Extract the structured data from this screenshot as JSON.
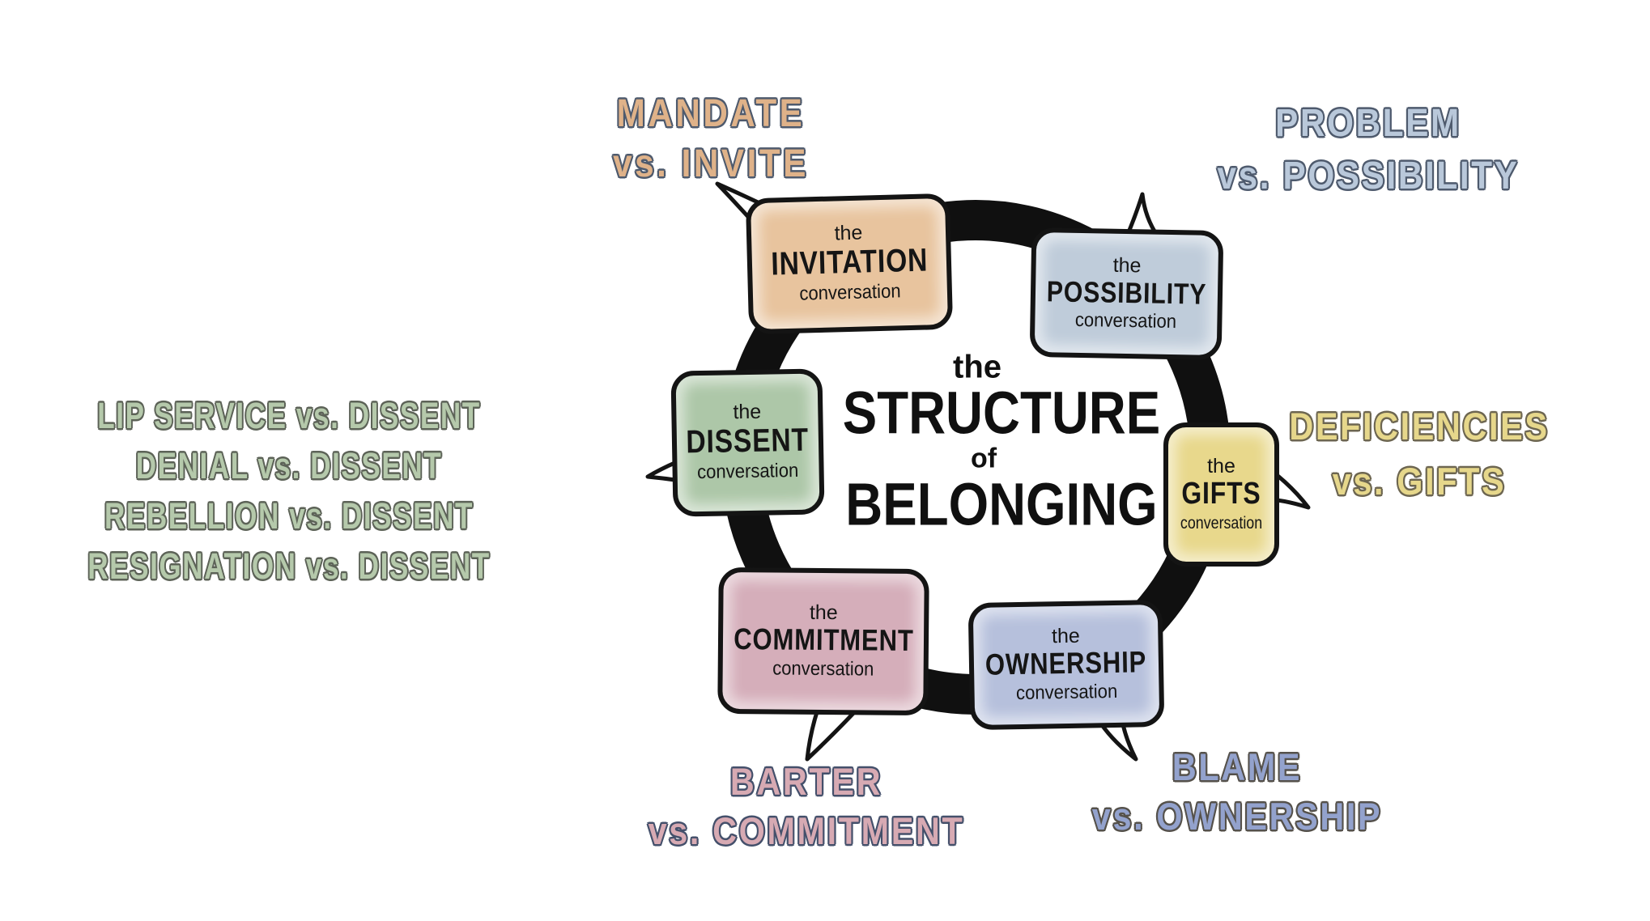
{
  "title": {
    "lines": [
      "the",
      "STRUCTURE",
      "of",
      "BELONGING"
    ]
  },
  "bubbles": {
    "invitation": {
      "top": "the",
      "name": "INVITATION",
      "bottom": "conversation",
      "fill": "#e8c49e"
    },
    "possibility": {
      "top": "the",
      "name": "POSSIBILITY",
      "bottom": "conversation",
      "fill": "#bfccda"
    },
    "gifts": {
      "top": "the",
      "name": "GIFTS",
      "bottom": "conversation",
      "fill": "#e8d88c"
    },
    "ownership": {
      "top": "the",
      "name": "OWNERSHIP",
      "bottom": "conversation",
      "fill": "#b6c0dc"
    },
    "commitment": {
      "top": "the",
      "name": "COMMITMENT",
      "bottom": "conversation",
      "fill": "#d5aeba"
    },
    "dissent": {
      "top": "the",
      "name": "DISSENT",
      "bottom": "conversation",
      "fill": "#adc7a8"
    }
  },
  "labels": {
    "mandate_invite": {
      "line1": "MANDATE",
      "line2": "vs. INVITE",
      "color": "#dfb289"
    },
    "problem_possibility": {
      "line1": "PROBLEM",
      "line2": "vs. POSSIBILITY",
      "color": "#b9c8da"
    },
    "deficiencies_gifts": {
      "line1": "DEFICIENCIES",
      "line2": "vs. GIFTS",
      "color": "#e6d78b"
    },
    "blame_ownership": {
      "line1": "BLAME",
      "line2": "vs. OWNERSHIP",
      "color": "#93a2cd"
    },
    "barter_commitment": {
      "line1": "BARTER",
      "line2": "vs. COMMITMENT",
      "color": "#d7aab3"
    },
    "dissent_list": {
      "lines": [
        "LIP SERVICE vs. DISSENT",
        "DENIAL vs. DISSENT",
        "REBELLION vs. DISSENT",
        "RESIGNATION vs. DISSENT"
      ],
      "color": "#b5c9ab"
    }
  },
  "ring_color": "#101010"
}
